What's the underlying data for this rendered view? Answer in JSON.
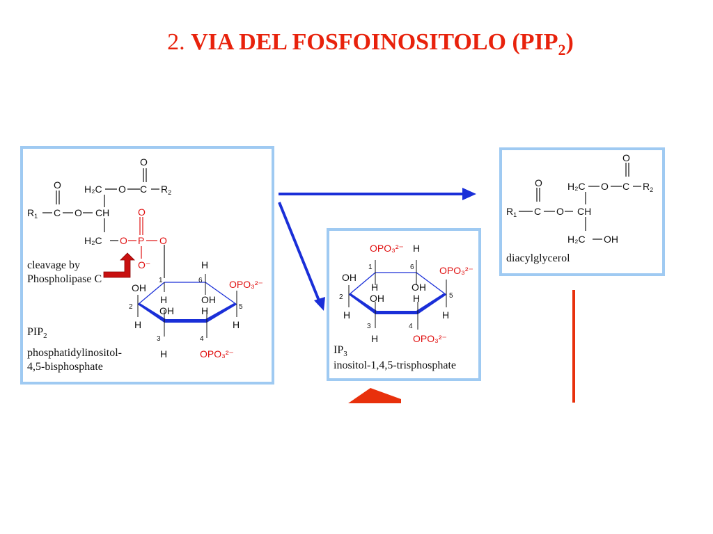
{
  "title": {
    "number": "2.",
    "text": "VIA DEL FOSFOINOSITOLO (PIP",
    "subscript": "2",
    "close": ")"
  },
  "pip2_panel": {
    "cleavage_line1": "cleavage by",
    "cleavage_line2": "Phospholipase C",
    "name_line1": "PIP",
    "name_line1_sub": "2",
    "name_line2": "phosphatidylinositol-",
    "name_line3": "4,5-bisphosphate"
  },
  "ip3_panel": {
    "name_line1": "IP",
    "name_line1_sub": "3",
    "name_line2": "inositol-1,4,5-trisphosphate"
  },
  "dag_panel": {
    "name": "diacylglycerol"
  },
  "atoms": {
    "O": "O",
    "OH": "OH",
    "H": "H",
    "R1": "R",
    "R2": "R",
    "C": "C",
    "CH": "CH",
    "H2C": "H₂C",
    "P": "P",
    "Ominus": "O⁻",
    "OPO3": "OPO₃²⁻",
    "n1": "1",
    "n2": "2",
    "n3": "3",
    "n4": "4",
    "n5": "5",
    "n6": "6"
  },
  "colors": {
    "title": "#e8220c",
    "panel_border": "#9fcaf2",
    "arrow_blue": "#1a2fd8",
    "arrow_red": "#e8300c",
    "phosphate_red": "#e01010",
    "ring_blue": "#1a2fd8"
  }
}
